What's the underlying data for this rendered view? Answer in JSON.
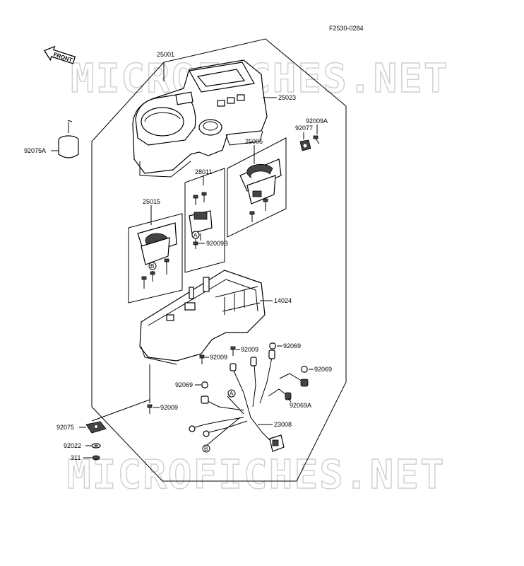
{
  "header": {
    "figure_code": "F2530-0284"
  },
  "front_badge": {
    "label": "FRONT"
  },
  "watermark": {
    "text": "MICROFICHES.NET"
  },
  "parts": {
    "p25001": "25001",
    "p25023": "25023",
    "p92075A": "92075A",
    "p92009A": "92009A",
    "p92077": "92077",
    "p25005": "25005",
    "p28011": "28011",
    "p25015": "25015",
    "p92009B": "92009B",
    "p14024": "14024",
    "p92009_a": "92009",
    "p92009_b": "92009",
    "p92009_c": "92009",
    "p92069_a": "92069",
    "p92069_b": "92069",
    "p92069_c": "92069",
    "p92069A": "92069A",
    "p23008": "23008",
    "p92075": "92075",
    "p92022": "92022",
    "p311": "311"
  },
  "callouts": {
    "a1": "A",
    "a2": "A",
    "b1": "B",
    "b2": "B"
  }
}
